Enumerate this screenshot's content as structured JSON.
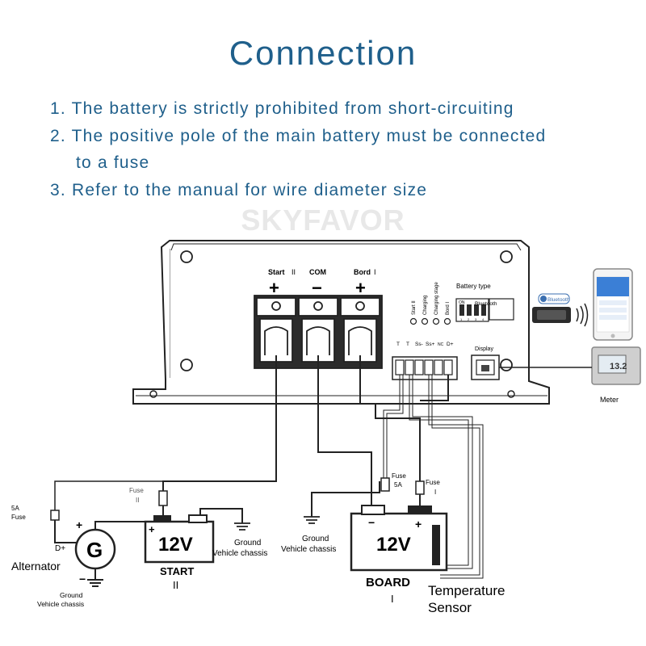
{
  "title": "Connection",
  "notes": [
    "1. The battery is strictly prohibited from short-circuiting",
    "2. The positive pole of the main battery must be connected",
    "to a fuse",
    "3. Refer to the manual for wire diameter size"
  ],
  "watermark": "SKYFAVOR",
  "device": {
    "terminals": [
      {
        "label": "Start",
        "numeral": "II",
        "sign": "+"
      },
      {
        "label": "COM",
        "numeral": "",
        "sign": "−"
      },
      {
        "label": "Bord",
        "numeral": "I",
        "sign": "+"
      }
    ],
    "leds": [
      "Start II",
      "Charging",
      "Charging stage",
      "Bord I"
    ],
    "battery_type_label": "Battery type",
    "battery_type_on": "ON",
    "dip_numbers": [
      "1",
      "2",
      "3",
      "4"
    ],
    "bluetooth_label": "Bluetooth",
    "terminal_strip_labels": [
      "T",
      "T",
      "Ss-",
      "Ss+",
      "NC",
      "D+"
    ],
    "display_label": "Display"
  },
  "accessories": {
    "bluetooth_badge": "Bluetooth",
    "meter_label": "Meter",
    "meter_reading": "13.2"
  },
  "alternator": {
    "symbol": "G",
    "label": "Alternator",
    "plus": "+",
    "minus": "−",
    "dplus": "D+",
    "fuse_label": "5A\nFuse",
    "ground": "Ground\nVehicle chassis"
  },
  "start_battery": {
    "voltage": "12V",
    "name": "START",
    "numeral": "II",
    "plus": "+",
    "fuse_label": "Fuse",
    "fuse_numeral": "II",
    "ground": "Ground\nVehicle chassis"
  },
  "board_battery": {
    "voltage": "12V",
    "name": "BOARD",
    "numeral": "I",
    "plus": "+",
    "minus": "−",
    "fuse_5a": "Fuse\n5A",
    "fuse_main": "Fuse",
    "fuse_main_numeral": "I",
    "ground": "Ground\nVehicle chassis"
  },
  "temperature_sensor": "Temperature\nSensor",
  "colors": {
    "title": "#1f5f8b",
    "line": "#222222",
    "watermark": "#e8e8e8"
  }
}
